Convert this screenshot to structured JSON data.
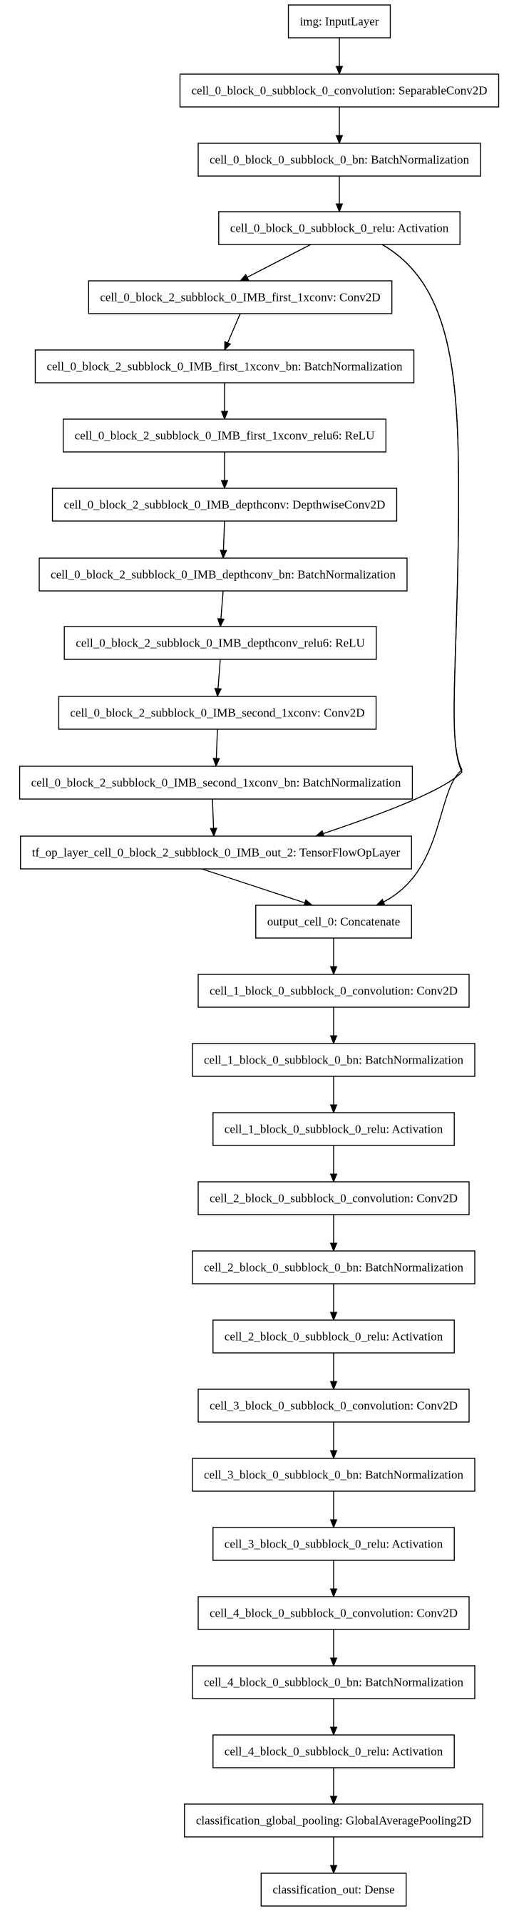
{
  "diagram": {
    "nodes": [
      {
        "id": "img",
        "label": "img: InputLayer"
      },
      {
        "id": "c0_conv",
        "label": "cell_0_block_0_subblock_0_convolution: SeparableConv2D"
      },
      {
        "id": "c0_bn",
        "label": "cell_0_block_0_subblock_0_bn: BatchNormalization"
      },
      {
        "id": "c0_relu",
        "label": "cell_0_block_0_subblock_0_relu: Activation"
      },
      {
        "id": "imb_first",
        "label": "cell_0_block_2_subblock_0_IMB_first_1xconv: Conv2D"
      },
      {
        "id": "imb_first_bn",
        "label": "cell_0_block_2_subblock_0_IMB_first_1xconv_bn: BatchNormalization"
      },
      {
        "id": "imb_first_relu6",
        "label": "cell_0_block_2_subblock_0_IMB_first_1xconv_relu6: ReLU"
      },
      {
        "id": "imb_dw",
        "label": "cell_0_block_2_subblock_0_IMB_depthconv: DepthwiseConv2D"
      },
      {
        "id": "imb_dw_bn",
        "label": "cell_0_block_2_subblock_0_IMB_depthconv_bn: BatchNormalization"
      },
      {
        "id": "imb_dw_relu6",
        "label": "cell_0_block_2_subblock_0_IMB_depthconv_relu6: ReLU"
      },
      {
        "id": "imb_second",
        "label": "cell_0_block_2_subblock_0_IMB_second_1xconv: Conv2D"
      },
      {
        "id": "imb_second_bn",
        "label": "cell_0_block_2_subblock_0_IMB_second_1xconv_bn: BatchNormalization"
      },
      {
        "id": "tf_op",
        "label": "tf_op_layer_cell_0_block_2_subblock_0_IMB_out_2: TensorFlowOpLayer"
      },
      {
        "id": "out0",
        "label": "output_cell_0: Concatenate"
      },
      {
        "id": "c1_conv",
        "label": "cell_1_block_0_subblock_0_convolution: Conv2D"
      },
      {
        "id": "c1_bn",
        "label": "cell_1_block_0_subblock_0_bn: BatchNormalization"
      },
      {
        "id": "c1_relu",
        "label": "cell_1_block_0_subblock_0_relu: Activation"
      },
      {
        "id": "c2_conv",
        "label": "cell_2_block_0_subblock_0_convolution: Conv2D"
      },
      {
        "id": "c2_bn",
        "label": "cell_2_block_0_subblock_0_bn: BatchNormalization"
      },
      {
        "id": "c2_relu",
        "label": "cell_2_block_0_subblock_0_relu: Activation"
      },
      {
        "id": "c3_conv",
        "label": "cell_3_block_0_subblock_0_convolution: Conv2D"
      },
      {
        "id": "c3_bn",
        "label": "cell_3_block_0_subblock_0_bn: BatchNormalization"
      },
      {
        "id": "c3_relu",
        "label": "cell_3_block_0_subblock_0_relu: Activation"
      },
      {
        "id": "c4_conv",
        "label": "cell_4_block_0_subblock_0_convolution: Conv2D"
      },
      {
        "id": "c4_bn",
        "label": "cell_4_block_0_subblock_0_bn: BatchNormalization"
      },
      {
        "id": "c4_relu",
        "label": "cell_4_block_0_subblock_0_relu: Activation"
      },
      {
        "id": "cls_pool",
        "label": "classification_global_pooling: GlobalAveragePooling2D"
      },
      {
        "id": "cls_out",
        "label": "classification_out: Dense"
      }
    ],
    "edges": [
      {
        "from": "img",
        "to": "c0_conv"
      },
      {
        "from": "c0_conv",
        "to": "c0_bn"
      },
      {
        "from": "c0_bn",
        "to": "c0_relu"
      },
      {
        "from": "c0_relu",
        "to": "imb_first"
      },
      {
        "from": "c0_relu",
        "to": "tf_op"
      },
      {
        "from": "c0_relu",
        "to": "out0"
      },
      {
        "from": "imb_first",
        "to": "imb_first_bn"
      },
      {
        "from": "imb_first_bn",
        "to": "imb_first_relu6"
      },
      {
        "from": "imb_first_relu6",
        "to": "imb_dw"
      },
      {
        "from": "imb_dw",
        "to": "imb_dw_bn"
      },
      {
        "from": "imb_dw_bn",
        "to": "imb_dw_relu6"
      },
      {
        "from": "imb_dw_relu6",
        "to": "imb_second"
      },
      {
        "from": "imb_second",
        "to": "imb_second_bn"
      },
      {
        "from": "imb_second_bn",
        "to": "tf_op"
      },
      {
        "from": "tf_op",
        "to": "out0"
      },
      {
        "from": "out0",
        "to": "c1_conv"
      },
      {
        "from": "c1_conv",
        "to": "c1_bn"
      },
      {
        "from": "c1_bn",
        "to": "c1_relu"
      },
      {
        "from": "c1_relu",
        "to": "c2_conv"
      },
      {
        "from": "c2_conv",
        "to": "c2_bn"
      },
      {
        "from": "c2_bn",
        "to": "c2_relu"
      },
      {
        "from": "c2_relu",
        "to": "c3_conv"
      },
      {
        "from": "c3_conv",
        "to": "c3_bn"
      },
      {
        "from": "c3_bn",
        "to": "c3_relu"
      },
      {
        "from": "c3_relu",
        "to": "c4_conv"
      },
      {
        "from": "c4_conv",
        "to": "c4_bn"
      },
      {
        "from": "c4_bn",
        "to": "c4_relu"
      },
      {
        "from": "c4_relu",
        "to": "cls_pool"
      },
      {
        "from": "cls_pool",
        "to": "cls_out"
      }
    ]
  }
}
